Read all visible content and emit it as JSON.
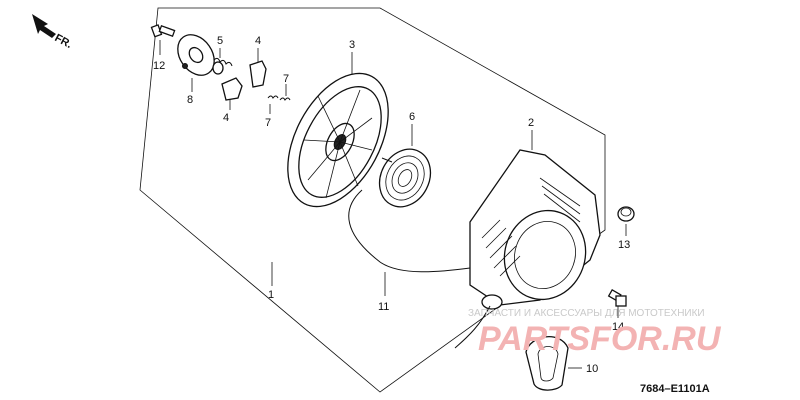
{
  "direction_marker": {
    "label": "FR."
  },
  "diagram_code": "7684–E1101A",
  "watermark": {
    "caption": "ЗАПЧАСТИ И АКСЕССУАРЫ ДЛЯ МОТОТЕХНИКИ",
    "logo": "PARTSFOR.RU"
  },
  "callouts": {
    "n1": "1",
    "n2": "2",
    "n3": "3",
    "n4a": "4",
    "n4b": "4",
    "n5": "5",
    "n6": "6",
    "n7a": "7",
    "n7b": "7",
    "n8": "8",
    "n10": "10",
    "n11": "11",
    "n12": "12",
    "n13": "13",
    "n14": "14"
  },
  "colors": {
    "line": "#111111",
    "watermark_text": "#c9c9c9",
    "watermark_logo": "#f3b3b3"
  }
}
